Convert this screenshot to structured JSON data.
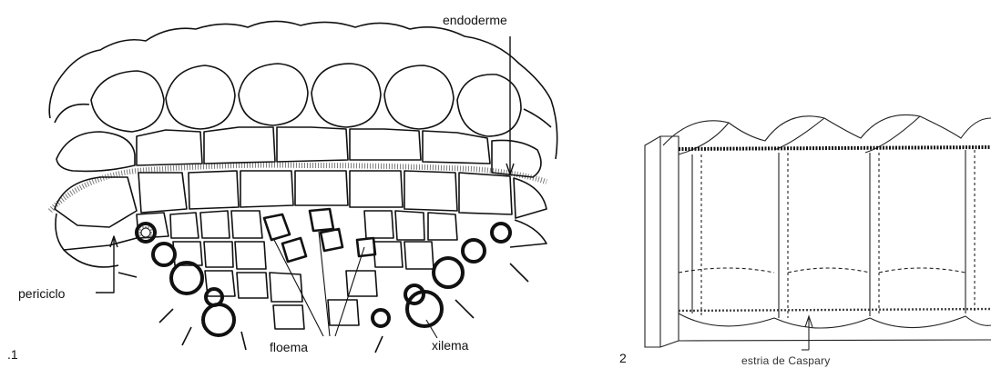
{
  "figure1": {
    "number": ".1",
    "labels": {
      "endoderm": "endoderme",
      "pericycle": "periciclo",
      "phloem": "floema",
      "xylem": "xilema"
    }
  },
  "figure2": {
    "number": "2",
    "labels": {
      "casparian_strip": "estria de Caspary"
    }
  }
}
